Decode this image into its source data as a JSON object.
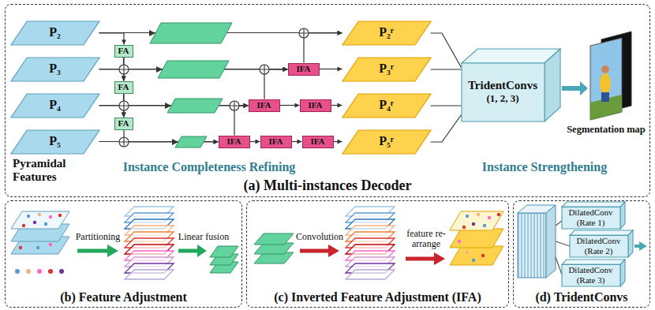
{
  "diagram": {
    "nodes": [
      {
        "text": [
          "(a) Multi-instances Decoder"
        ]
      },
      {
        "text": [
          "P₂"
        ],
        "in": 0
      },
      {
        "text": [
          "P₃"
        ],
        "in": 0
      },
      {
        "text": [
          "P₄"
        ],
        "in": 0
      },
      {
        "text": [
          "P₅"
        ],
        "in": 0
      },
      {
        "text": [
          "FA"
        ],
        "in": 0
      },
      {
        "text": [
          "FA"
        ],
        "in": 0
      },
      {
        "text": [
          "FA"
        ],
        "in": 0
      },
      {
        "text": [
          "IFA"
        ],
        "in": 0
      },
      {
        "text": [
          "IFA"
        ],
        "in": 0
      },
      {
        "text": [
          "IFA"
        ],
        "in": 0
      },
      {
        "text": [
          "IFA"
        ],
        "in": 0
      },
      {
        "text": [
          "IFA"
        ],
        "in": 0
      },
      {
        "text": [
          "IFA"
        ],
        "in": 0
      },
      {
        "text": [
          "P₂ʳ"
        ],
        "in": 0
      },
      {
        "text": [
          "P₃ʳ"
        ],
        "in": 0
      },
      {
        "text": [
          "P₄ʳ"
        ],
        "in": 0
      },
      {
        "text": [
          "P₅ʳ"
        ],
        "in": 0
      },
      {
        "text": [
          "TridentConvs",
          "(1, 2, 3)"
        ],
        "in": 0
      },
      {
        "text": [
          "(b) Feature Adjustment"
        ]
      },
      {
        "text": [
          "(c) Inverted Feature Adjustment (IFA)"
        ]
      },
      {
        "text": [
          "(d) TridentConvs"
        ]
      },
      {
        "text": [
          "DilatedConv (Rate 1)"
        ],
        "in": 21
      },
      {
        "text": [
          "DilatedConv (Rate 2)"
        ],
        "in": 21
      },
      {
        "text": [
          "DilatedConv (Rate 3)"
        ],
        "in": 21
      }
    ],
    "edges": [
      {
        "from": 1,
        "to": 5,
        "arrow": "to"
      },
      {
        "from": 1,
        "to": 14,
        "arrow": "to"
      },
      {
        "from": 2,
        "to": 6,
        "arrow": "to"
      },
      {
        "from": 2,
        "to": 8,
        "arrow": "to"
      },
      {
        "from": 5,
        "to": 6,
        "arrow": "to"
      },
      {
        "from": 5,
        "to": 8,
        "arrow": "to"
      },
      {
        "from": 3,
        "to": 7,
        "arrow": "to"
      },
      {
        "from": 3,
        "to": 9,
        "arrow": "to"
      },
      {
        "from": 6,
        "to": 7,
        "arrow": "to"
      },
      {
        "from": 6,
        "to": 9,
        "arrow": "to"
      },
      {
        "from": 4,
        "to": 11,
        "arrow": "to"
      },
      {
        "from": 7,
        "to": 11,
        "arrow": "to"
      },
      {
        "from": 11,
        "to": 9,
        "arrow": "to"
      },
      {
        "from": 9,
        "to": 8,
        "arrow": "to"
      },
      {
        "from": 8,
        "to": 14,
        "arrow": "to"
      },
      {
        "from": 8,
        "to": 15,
        "arrow": "to"
      },
      {
        "from": 9,
        "to": 10,
        "arrow": "to"
      },
      {
        "from": 10,
        "to": 16,
        "arrow": "to"
      },
      {
        "from": 11,
        "to": 12,
        "arrow": "to"
      },
      {
        "from": 12,
        "to": 13,
        "arrow": "to"
      },
      {
        "from": 13,
        "to": 17,
        "arrow": "to"
      },
      {
        "from": 14,
        "to": 18,
        "arrow": "none"
      },
      {
        "from": 15,
        "to": 18,
        "arrow": "none"
      },
      {
        "from": 16,
        "to": 18,
        "arrow": "none"
      },
      {
        "from": 17,
        "to": 18,
        "arrow": "none"
      }
    ],
    "labels": [
      "Pyramidal Features",
      "Instance Completeness Refining",
      "Segmentation map",
      "Instance Strengthening",
      "Partitioning",
      "Linear fusion",
      "Convolution",
      "feature re-arrange"
    ]
  }
}
